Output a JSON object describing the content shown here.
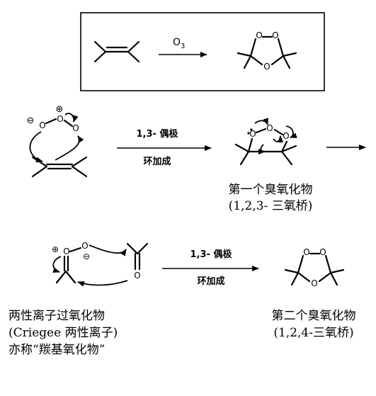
{
  "summary_box": {
    "reagent": "O",
    "reagent_sub": "3",
    "ozonide_atoms": {
      "left_top": "O",
      "right_top": "O",
      "bottom": "O"
    }
  },
  "step1": {
    "molecular_oxygen_atoms": {
      "left": "O",
      "middle": "O",
      "right": "O"
    },
    "charges": {
      "left": "⊖",
      "middle": "⊕"
    },
    "arrow_label_top": "1,3- 偶极",
    "arrow_label_bottom": "环加成",
    "primary_ozonide_atoms": {
      "left": "O",
      "middle": "O",
      "right": "O"
    },
    "product_caption_1": "第一个臭氧化物",
    "product_caption_2": "(1,2,3- 三氧桥)"
  },
  "step2": {
    "zwitterion_atoms": {
      "o1": "O",
      "o2": "O"
    },
    "zwitterion_charges": {
      "plus": "⊕",
      "minus": "⊖"
    },
    "carbonyl_atom": "O",
    "arrow_label_top": "1,3- 偶极",
    "arrow_label_bottom": "环加成",
    "final_ozonide_atoms": {
      "left_top": "O",
      "right_top": "O",
      "bottom": "O"
    },
    "left_caption_1": "两性离子过氧化物",
    "left_caption_2": "(Criegee 两性离子)",
    "left_caption_3": "亦称“羰基氧化物”",
    "right_caption_1": "第二个臭氧化物",
    "right_caption_2": "(1,2,4-三氧桥)"
  }
}
